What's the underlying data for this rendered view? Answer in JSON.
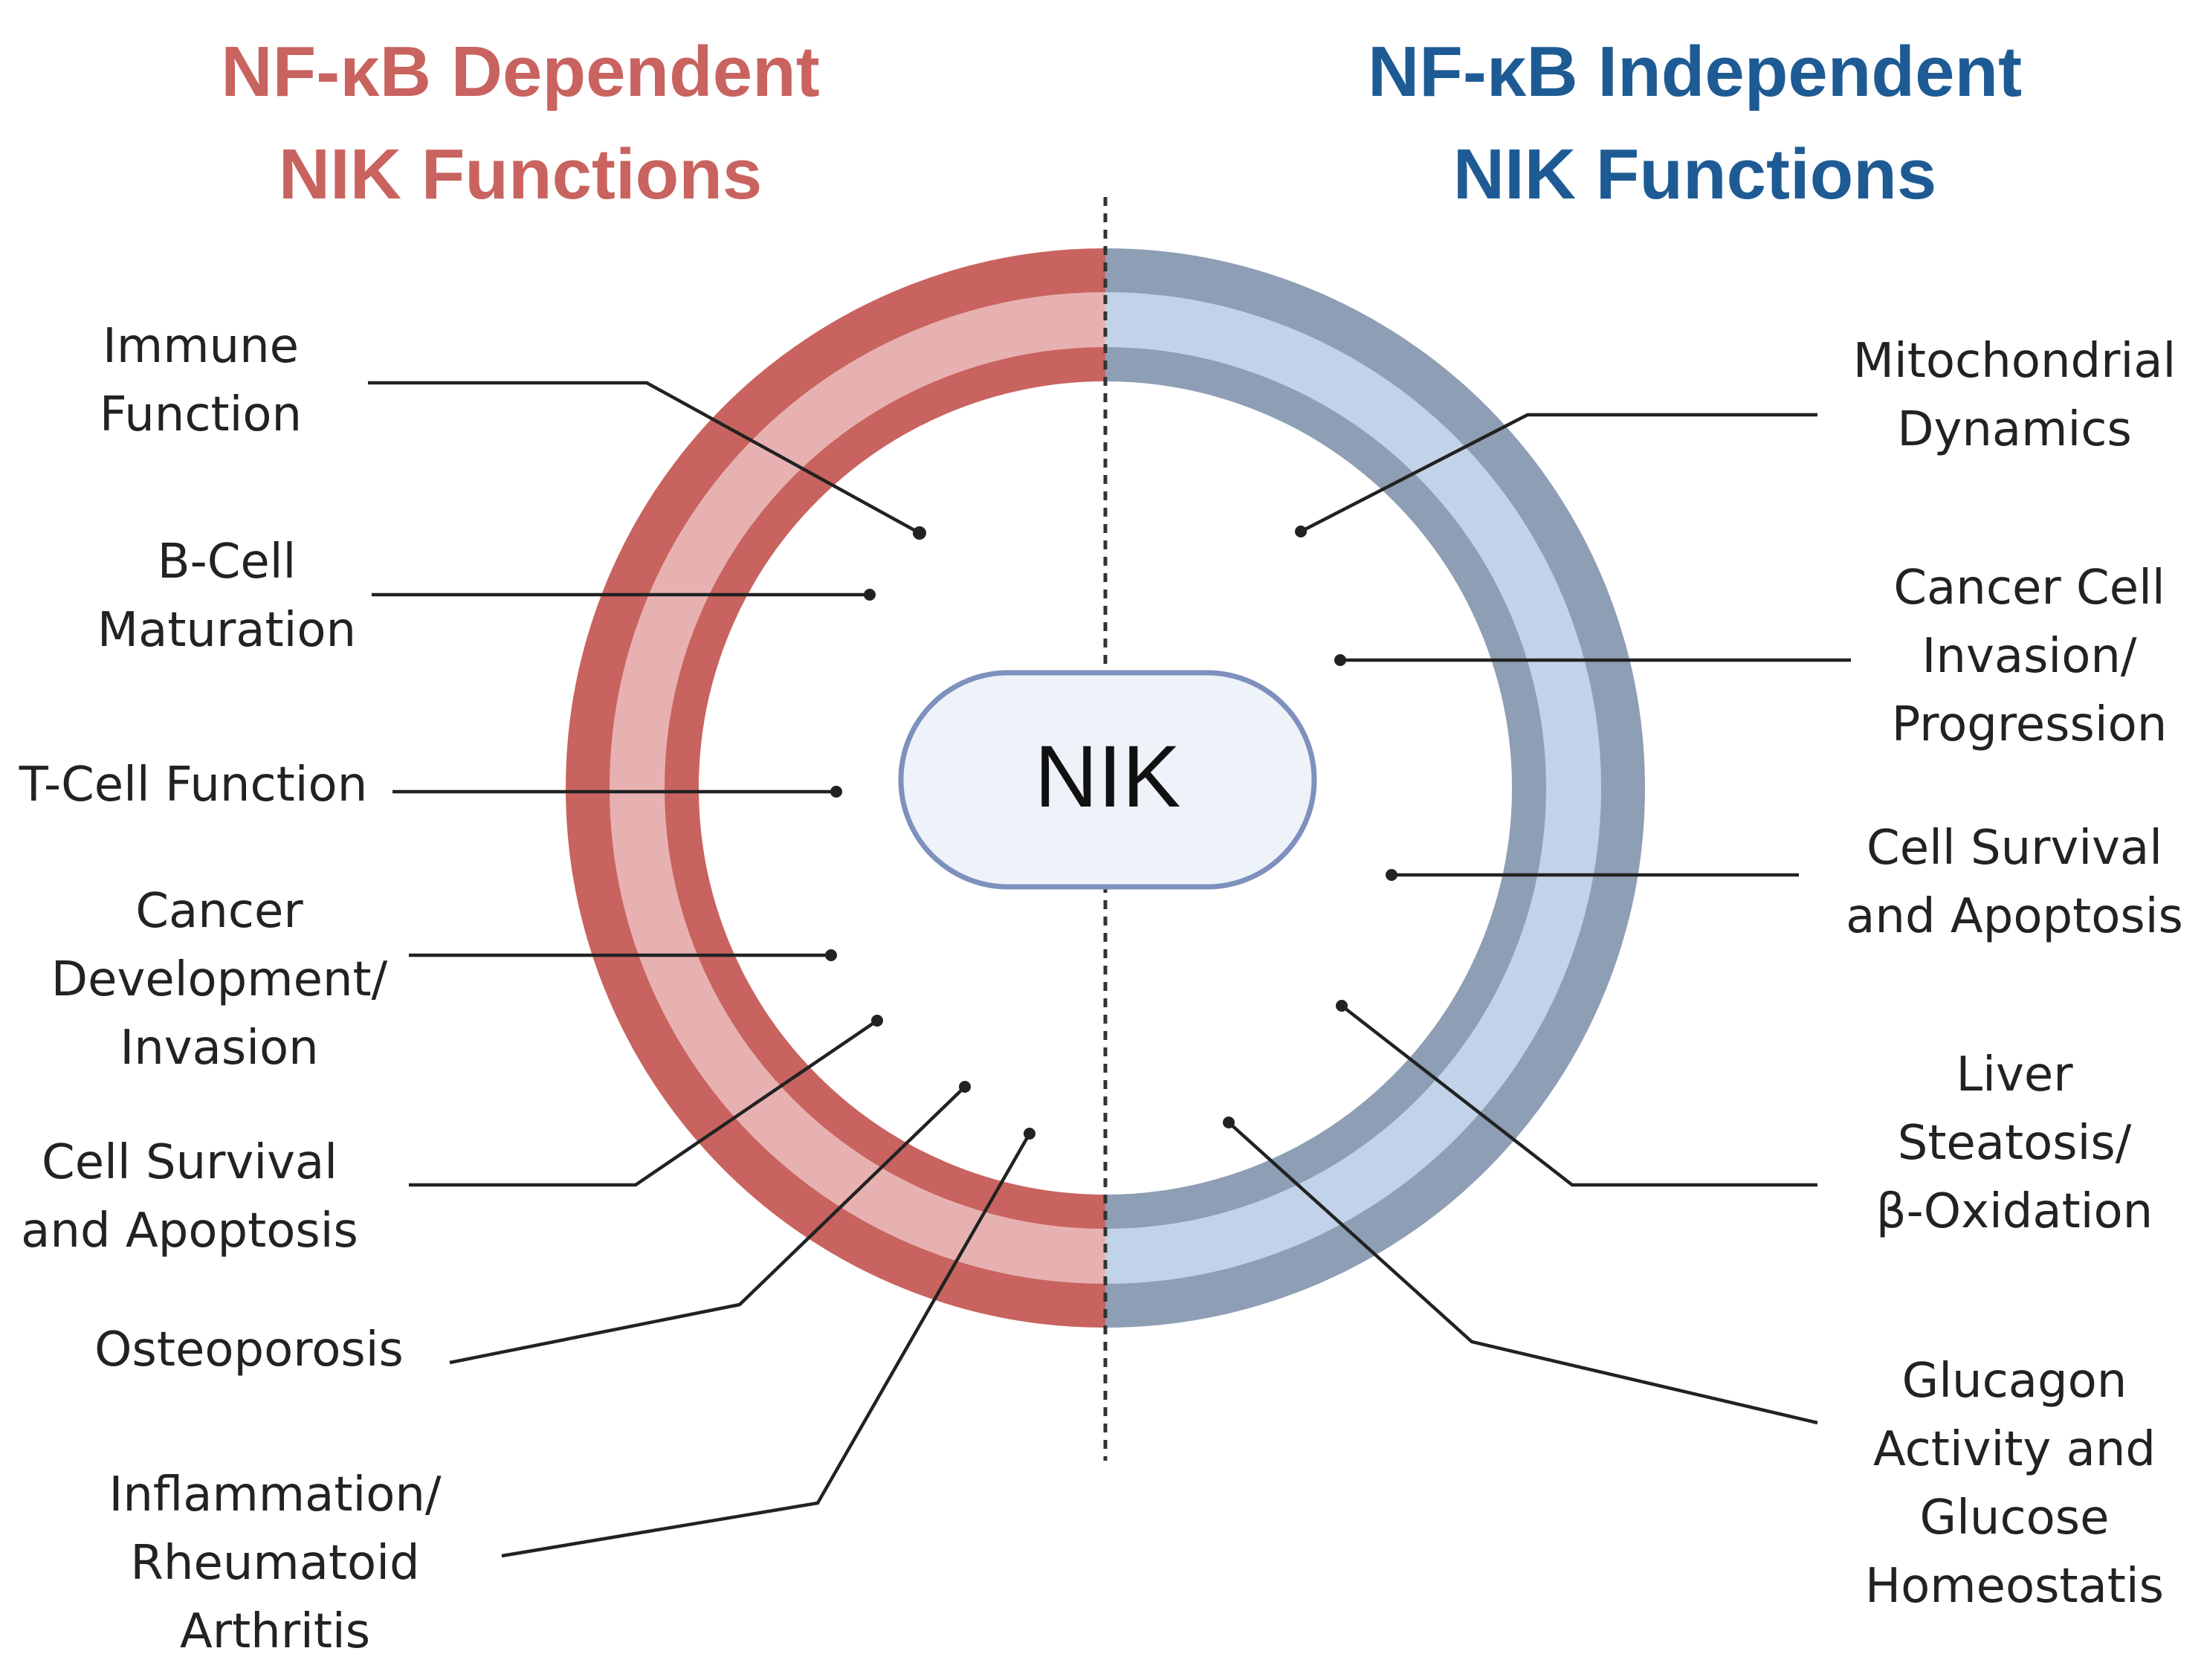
{
  "colors": {
    "dependent": "#c9635f",
    "dependent_light": "#e8b1b1",
    "independent": "#1e5b94",
    "independent_ring": "#8e9eb4",
    "independent_light": "#c2d2e8",
    "node_fill": "#eef2f9",
    "node_border": "#7e90bd"
  },
  "titles": {
    "dependent": [
      "NF-κB Dependent",
      "NIK Functions"
    ],
    "independent": [
      "NF-κB Independent",
      "NIK Functions"
    ]
  },
  "center": {
    "label": "NIK"
  },
  "dependent_functions": [
    {
      "lines": [
        "Immune",
        "Function"
      ]
    },
    {
      "lines": [
        "B-Cell",
        "Maturation"
      ]
    },
    {
      "lines": [
        "T-Cell Function"
      ]
    },
    {
      "lines": [
        "Cancer",
        "Development/",
        "Invasion"
      ]
    },
    {
      "lines": [
        "Cell Survival",
        "and Apoptosis"
      ]
    },
    {
      "lines": [
        "Osteoporosis"
      ]
    },
    {
      "lines": [
        "Inflammation/",
        "Rheumatoid",
        "Arthritis"
      ]
    }
  ],
  "independent_functions": [
    {
      "lines": [
        "Mitochondrial",
        "Dynamics"
      ]
    },
    {
      "lines": [
        "Cancer Cell",
        "Invasion/",
        "Progression"
      ]
    },
    {
      "lines": [
        "Cell Survival",
        "and Apoptosis"
      ]
    },
    {
      "lines": [
        "Liver",
        "Steatosis/",
        "β-Oxidation"
      ]
    },
    {
      "lines": [
        "Glucagon",
        "Activity and",
        "Glucose",
        "Homeostatis"
      ]
    }
  ]
}
